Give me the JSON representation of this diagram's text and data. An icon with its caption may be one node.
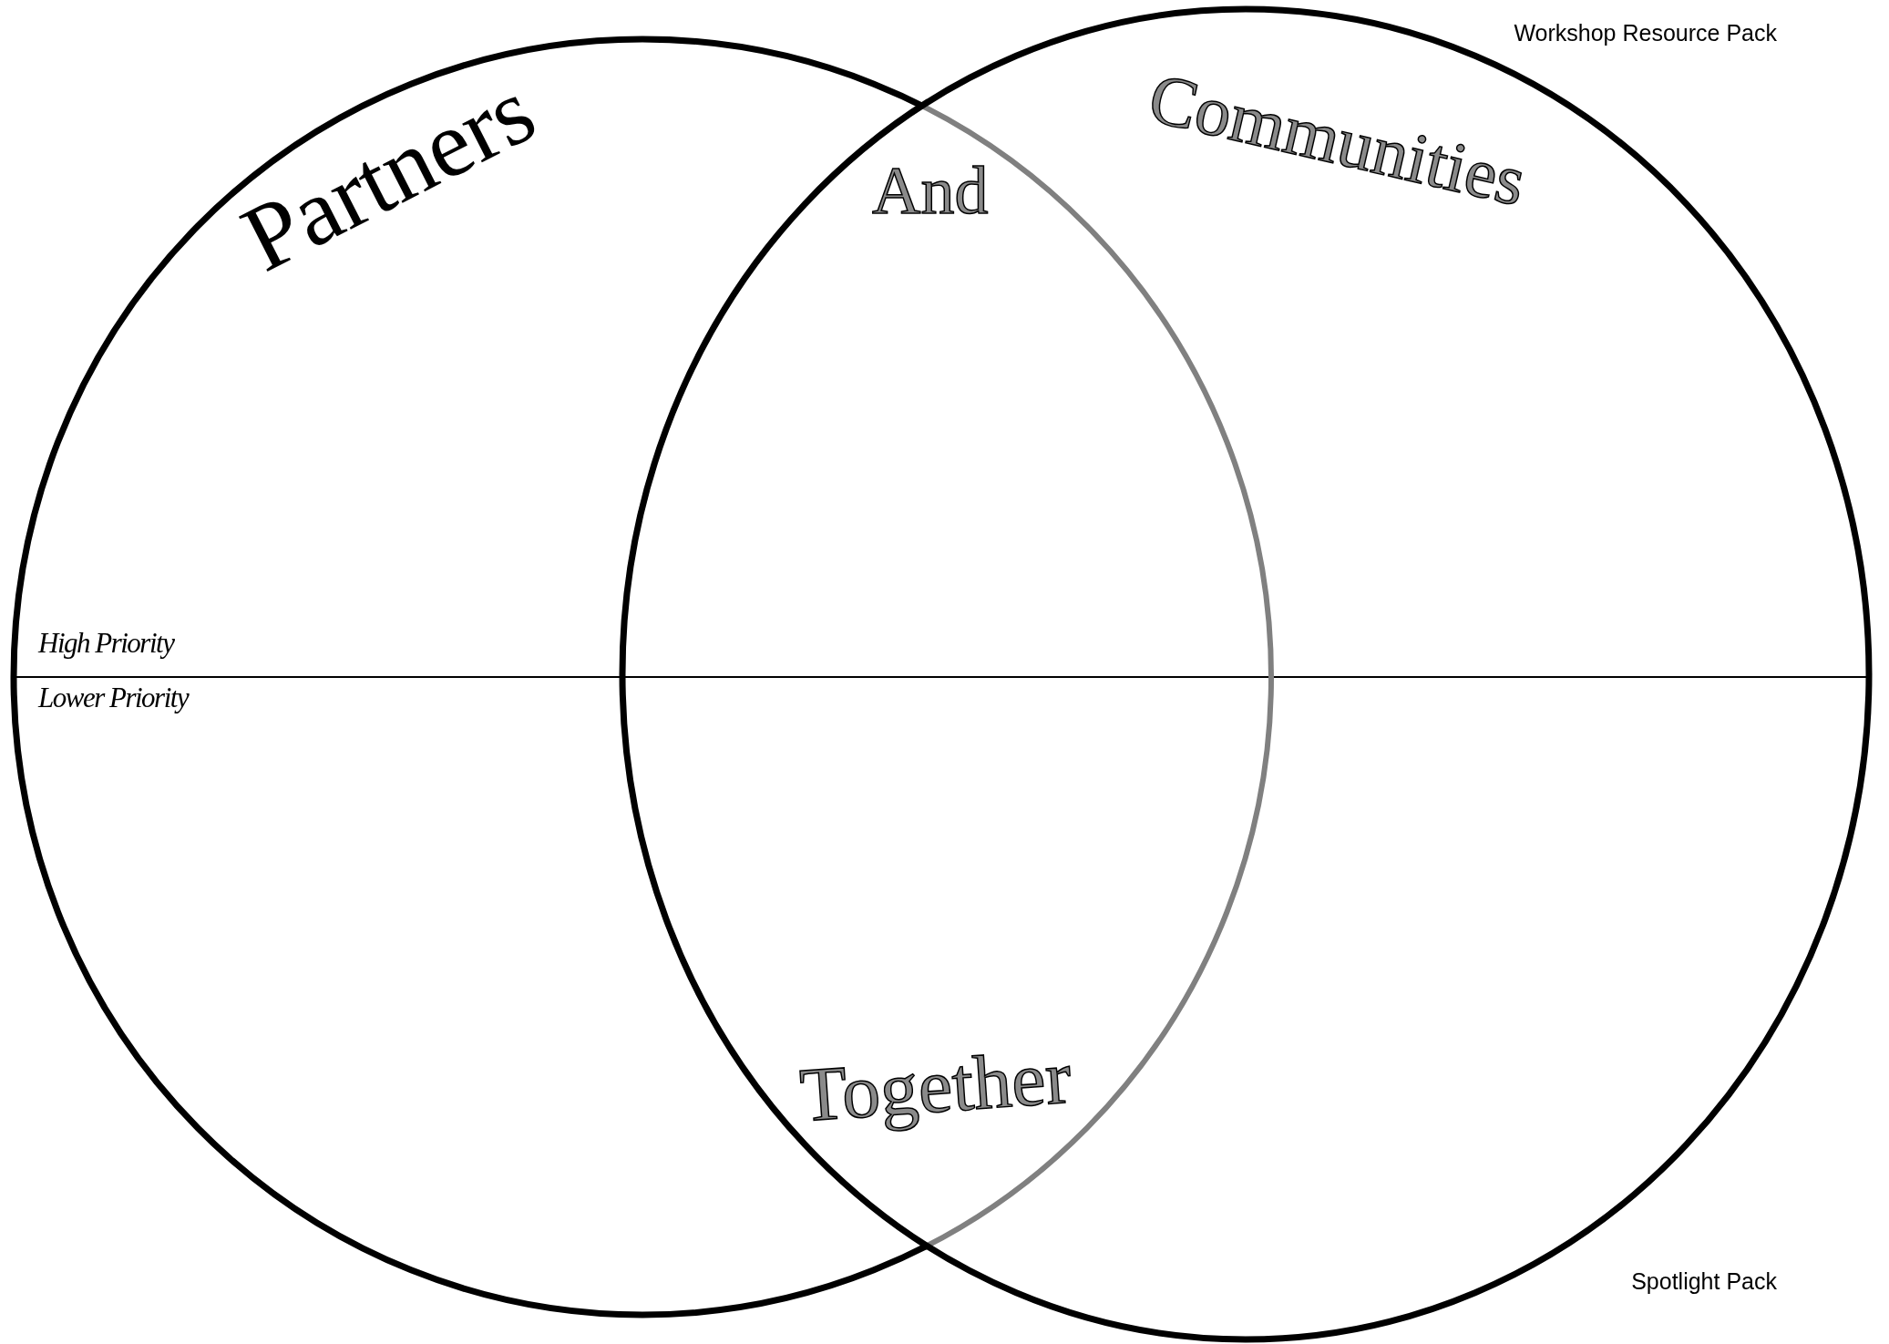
{
  "diagram": {
    "nodes": [
      {
        "text": [
          "Partners"
        ]
      },
      {
        "text": [
          "Communities"
        ]
      }
    ],
    "edges": [],
    "labels": [
      "Workshop Resource Pack",
      "And",
      "High Priority",
      "Lower Priority",
      "Together",
      "Spotlight Pack"
    ]
  }
}
